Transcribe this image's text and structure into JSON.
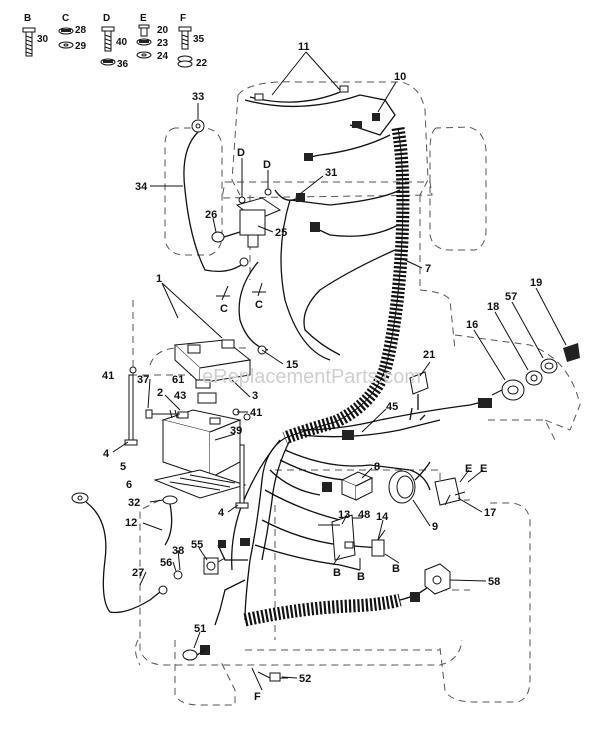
{
  "hardware_keys": [
    {
      "letter": "B",
      "parts": [
        "30"
      ]
    },
    {
      "letter": "C",
      "parts": [
        "28",
        "29"
      ]
    },
    {
      "letter": "D",
      "parts": [
        "40",
        "36"
      ]
    },
    {
      "letter": "E",
      "parts": [
        "20",
        "23",
        "24"
      ]
    },
    {
      "letter": "F",
      "parts": [
        "35",
        "22"
      ]
    }
  ],
  "callouts": {
    "c1": "1",
    "c2": "2",
    "c3": "3",
    "c4a": "4",
    "c4b": "4",
    "c5": "5",
    "c6": "6",
    "c7": "7",
    "c8": "8",
    "c9": "9",
    "c10": "10",
    "c11": "11",
    "c12": "12",
    "c13": "13",
    "c14": "14",
    "c15": "15",
    "c16": "16",
    "c17": "17",
    "c18": "18",
    "c19": "19",
    "c21": "21",
    "c25": "25",
    "c26": "26",
    "c27": "27",
    "c31": "31",
    "c32": "32",
    "c33": "33",
    "c34": "34",
    "c37": "37",
    "c38": "38",
    "c39": "39",
    "c41a": "41",
    "c41b": "41",
    "c43": "43",
    "c45": "45",
    "c48": "48",
    "c51": "51",
    "c52": "52",
    "c55": "55",
    "c56": "56",
    "c57": "57",
    "c58": "58",
    "c61": "61"
  },
  "hardware_refs": {
    "d1": "D",
    "d2": "D",
    "cref1": "C",
    "cref2": "C",
    "b1": "B",
    "b2": "B",
    "b3": "B",
    "e1": "E",
    "e2": "E",
    "f1": "F"
  },
  "watermark": "eReplacementParts.com"
}
